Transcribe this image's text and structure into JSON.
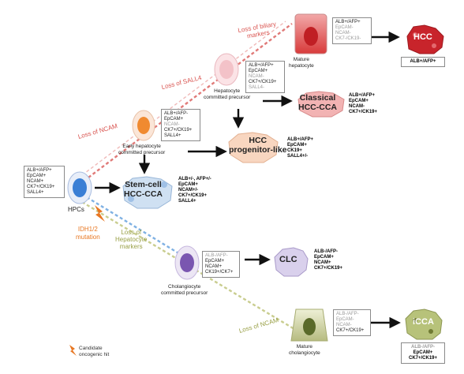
{
  "cells": {
    "hpc": {
      "label": "HPCs",
      "markers": [
        "ALB+/AFP+",
        "EpCAM+",
        "NCAM+",
        "CK7+/CK19+",
        "SALL4+"
      ]
    },
    "early": {
      "label_lines": [
        "Early hepatocyte",
        "committed precursor"
      ],
      "markers": [
        {
          "text": "ALB+/AFP-",
          "tone": "dark"
        },
        {
          "text": "EpCAM+",
          "tone": "dark"
        },
        {
          "text": "NCAM-",
          "tone": "light"
        },
        {
          "text": "CK7+/CK19+",
          "tone": "dark"
        },
        {
          "text": "SALL4+",
          "tone": "dark"
        }
      ]
    },
    "hep_prec": {
      "label_lines": [
        "Hepatocyte",
        "committed precursor"
      ],
      "markers": [
        {
          "text": "ALB+/AFP+",
          "tone": "dark"
        },
        {
          "text": "EpCAM+",
          "tone": "dark"
        },
        {
          "text": "NCAM-",
          "tone": "light"
        },
        {
          "text": "CK7+/CK19+",
          "tone": "dark"
        },
        {
          "text": "SALL4-",
          "tone": "light"
        }
      ]
    },
    "mature_hep": {
      "label_lines": [
        "Mature",
        "hepatocyte"
      ],
      "markers": [
        {
          "text": "ALB+/AFP+",
          "tone": "dark"
        },
        {
          "text": "EpCAM-",
          "tone": "light"
        },
        {
          "text": "NCAM-",
          "tone": "light"
        },
        {
          "text": "CK7-/CK19-",
          "tone": "light"
        }
      ]
    },
    "chol_prec": {
      "label_lines": [
        "Cholangiocyte",
        "committed precursor"
      ],
      "markers": [
        {
          "text": "ALB-/AFP-",
          "tone": "light"
        },
        {
          "text": "EpCAM+",
          "tone": "dark"
        },
        {
          "text": "NCAM+",
          "tone": "dark"
        },
        {
          "text": "CK19+/CK7+",
          "tone": "dark"
        }
      ]
    },
    "mature_chol": {
      "label_lines": [
        "Mature",
        "cholangiocyte"
      ],
      "markers": [
        {
          "text": "ALB-/AFP-",
          "tone": "light"
        },
        {
          "text": "EpCAM-",
          "tone": "light"
        },
        {
          "text": "NCAM-",
          "tone": "light"
        },
        {
          "text": "CK7+/CK19+",
          "tone": "dark"
        }
      ]
    }
  },
  "tumors": {
    "hcc": {
      "name": "HCC",
      "markers": [
        "ALB+/AFP+"
      ]
    },
    "classical": {
      "name_lines": [
        "Classical",
        "HCC-CCA"
      ],
      "markers": [
        "ALB+/AFP+",
        "EpCAM+",
        "NCAM-",
        "CK7+/CK19+"
      ]
    },
    "hcc_prog": {
      "name_lines": [
        "HCC",
        "progenitor-like"
      ],
      "markers": [
        "ALB+/AFP+",
        "EpCAM+",
        "CK19+",
        "SALL4+/-"
      ]
    },
    "stem": {
      "name_lines": [
        "Stem-cell",
        "HCC-CCA"
      ],
      "markers": [
        "ALB+/-, AFP+/-",
        "EpCAM+",
        "NCAM+/-",
        "CK7+/CK19+",
        "SALL4+"
      ]
    },
    "clc": {
      "name": "CLC",
      "markers": [
        "ALB-/AFP-",
        "EpCAM+",
        "NCAM+",
        "CK7+/CK19+"
      ]
    },
    "icca": {
      "name": "iCCA",
      "markers": [
        "ALB-/AFP-",
        "EpCAM+",
        "CK7+/CK19+"
      ]
    }
  },
  "losses": {
    "biliary": [
      "Loss of biliary",
      "markers"
    ],
    "sall4": "Loss of SALL4",
    "ncam_top": "Loss of NCAM",
    "hepatocyte": [
      "Loss of",
      "Hepatocyte",
      "markers"
    ],
    "ncam_bottom": "Loss of NCAM"
  },
  "mutation": [
    "IDH1/2",
    "mutation"
  ],
  "legend": [
    "Candidate",
    "oncogenic hit"
  ],
  "colors": {
    "loss_red": "#d9534f",
    "loss_olive": "#9aa148",
    "mutation_orange": "#e87722",
    "tumor_red": "#c8242b",
    "hpc_blue": "#3a7fd5",
    "chol_purple": "#7a56b0"
  }
}
